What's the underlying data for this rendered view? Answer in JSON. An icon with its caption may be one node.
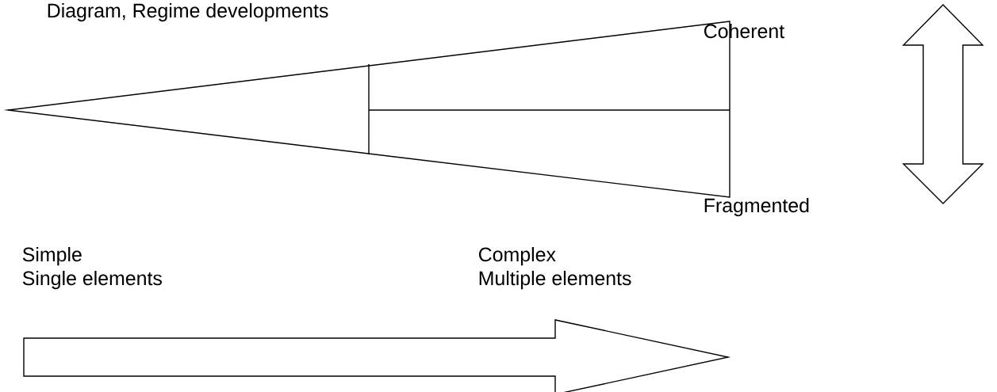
{
  "diagram": {
    "title": "Diagram, Regime developments",
    "labels": [
      "Coherent",
      "Fragmented",
      "Simple",
      "Single elements",
      "Complex",
      "Multiple elements"
    ]
  }
}
